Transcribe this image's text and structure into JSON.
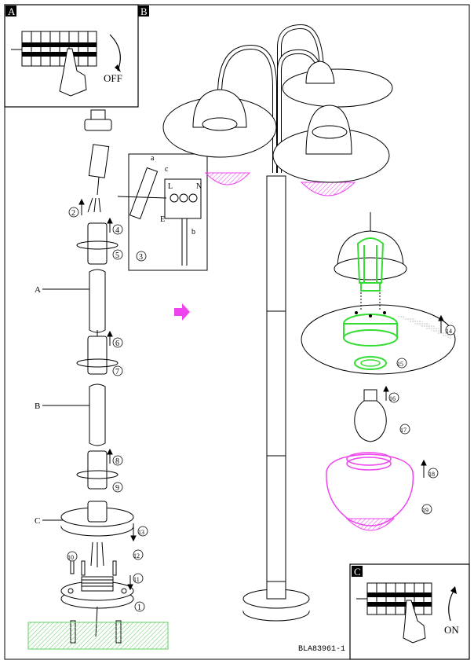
{
  "panels": {
    "a": "A",
    "b": "B",
    "c": "C"
  },
  "switch_labels": {
    "off": "OFF",
    "on": "ON"
  },
  "part_labels": {
    "a": "A",
    "b": "B",
    "c": "C"
  },
  "wiring_letters": {
    "a": "a",
    "b": "b",
    "c": "c",
    "l": "L",
    "n": "N",
    "e": "E"
  },
  "steps": [
    "1",
    "2",
    "3",
    "4",
    "5",
    "6",
    "7",
    "8",
    "9",
    "10",
    "11",
    "12",
    "13",
    "14",
    "15",
    "16",
    "17",
    "18",
    "19"
  ],
  "model_code": "BLA83961-1",
  "colors": {
    "highlight_green": "#33dd33",
    "highlight_magenta": "#ee44ee",
    "ground": "#66cc66",
    "line": "#000000"
  }
}
